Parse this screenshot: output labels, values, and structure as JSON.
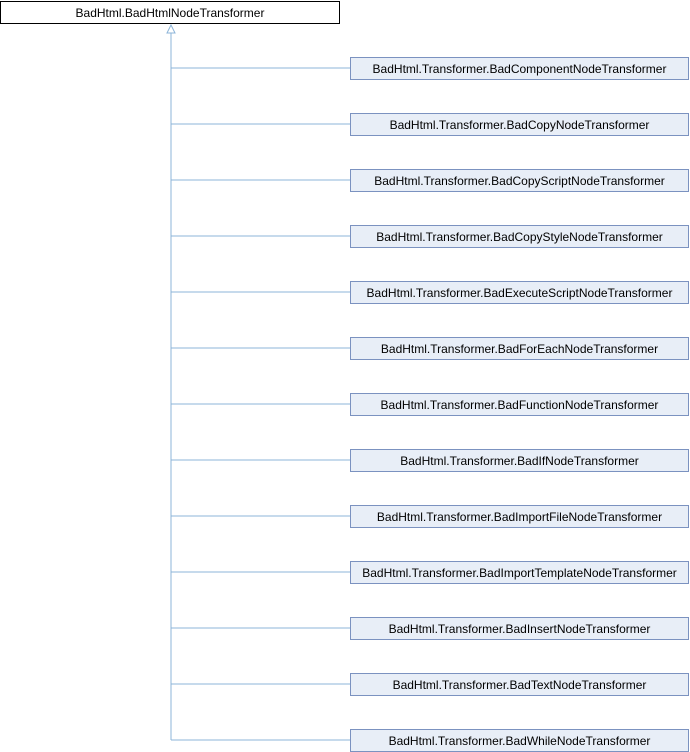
{
  "diagram": {
    "base_class": "BadHtml.BadHtmlNodeTransformer",
    "derived_classes": [
      "BadHtml.Transformer.BadComponentNodeTransformer",
      "BadHtml.Transformer.BadCopyNodeTransformer",
      "BadHtml.Transformer.BadCopyScriptNodeTransformer",
      "BadHtml.Transformer.BadCopyStyleNodeTransformer",
      "BadHtml.Transformer.BadExecuteScriptNodeTransformer",
      "BadHtml.Transformer.BadForEachNodeTransformer",
      "BadHtml.Transformer.BadFunctionNodeTransformer",
      "BadHtml.Transformer.BadIfNodeTransformer",
      "BadHtml.Transformer.BadImportFileNodeTransformer",
      "BadHtml.Transformer.BadImportTemplateNodeTransformer",
      "BadHtml.Transformer.BadInsertNodeTransformer",
      "BadHtml.Transformer.BadTextNodeTransformer",
      "BadHtml.Transformer.BadWhileNodeTransformer"
    ],
    "colors": {
      "connector": "#8cb4d8",
      "derived_fill": "#e8eef7",
      "derived_border": "#7b92c0",
      "base_border": "#000000"
    }
  }
}
